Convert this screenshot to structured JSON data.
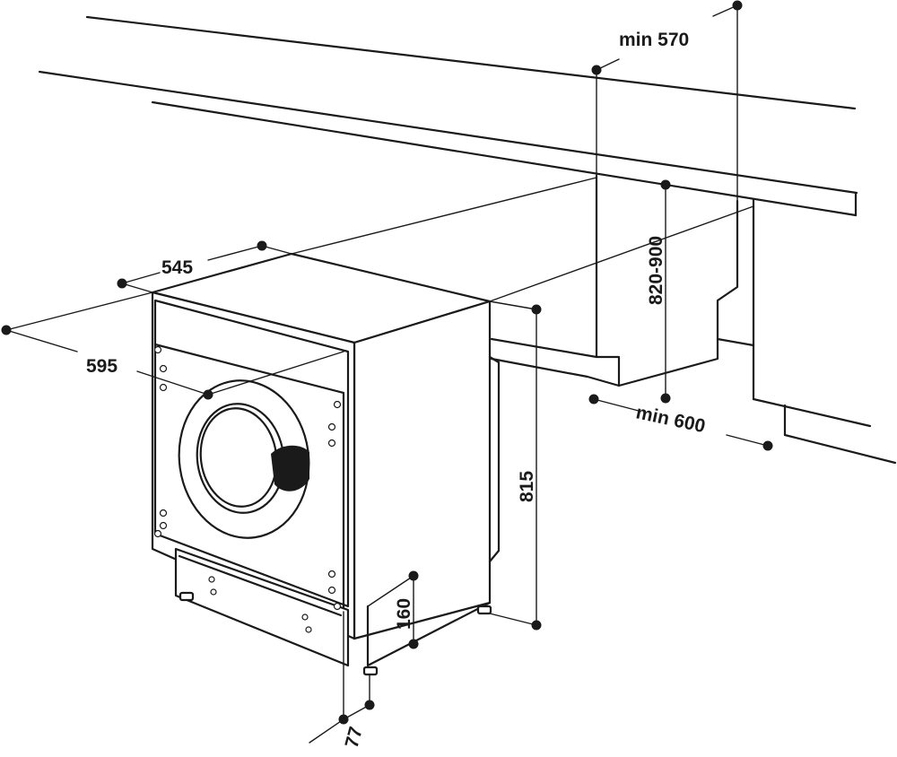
{
  "dimensions": {
    "min_570": "min 570",
    "height_820_900": "820-900",
    "depth_545": "545",
    "width_595": "595",
    "min_600": "min 600",
    "height_815": "815",
    "plinth_160": "160",
    "offset_77": "77"
  }
}
